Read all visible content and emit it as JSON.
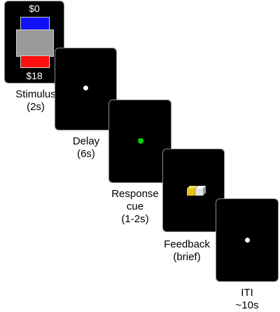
{
  "colors": {
    "screen_bg": "#000000",
    "loss_bar": "#1010ff",
    "gain_bar": "#ff1010",
    "mask": "#9a9a9a",
    "fixation": "#ffffff",
    "response_cue": "#00d000",
    "feedback_coin_gold": "#e8c21a",
    "feedback_coin_white": "#f2f2f2"
  },
  "stimulus": {
    "top_amount": "$0",
    "bottom_amount": "$18",
    "label_line1": "Stimulus",
    "label_line2": "(2s)"
  },
  "delay": {
    "label_line1": "Delay",
    "label_line2": "(6s)"
  },
  "response": {
    "label_line1": "Response",
    "label_line2": "cue",
    "label_line3": "(1-2s)"
  },
  "feedback": {
    "label_line1": "Feedback",
    "label_line2": "(brief)"
  },
  "iti": {
    "label_line1": "ITI",
    "label_line2": "~10s"
  }
}
